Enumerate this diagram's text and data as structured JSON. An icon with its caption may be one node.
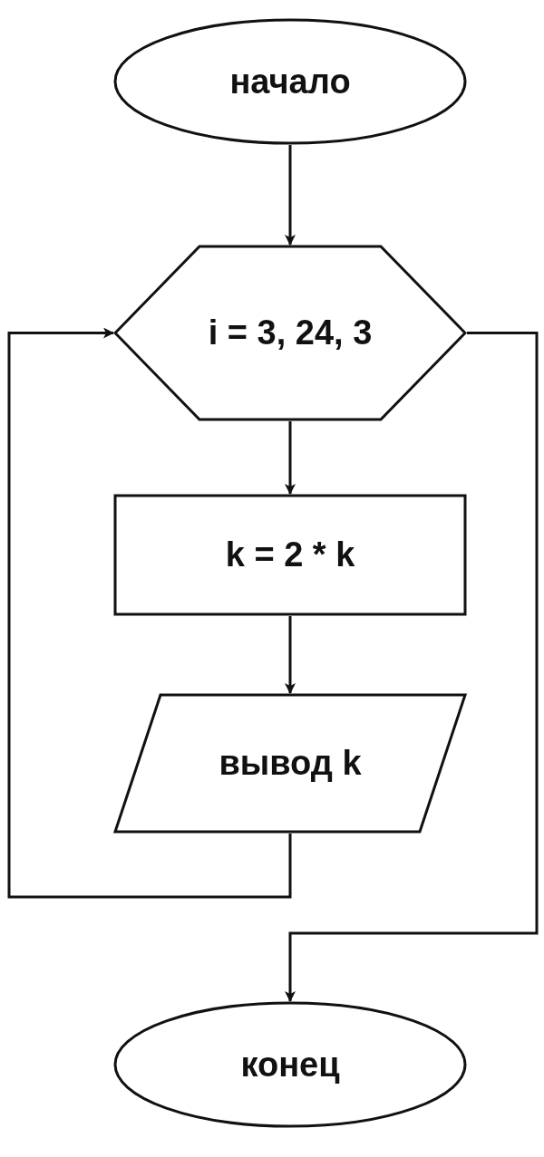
{
  "diagram": {
    "nodes": [
      {
        "text": [
          "начало"
        ]
      },
      {
        "text": [
          "i = 3, 24, 3"
        ]
      },
      {
        "text": [
          "k = 2 * k"
        ]
      },
      {
        "text": [
          "вывод k"
        ]
      },
      {
        "text": [
          "конец"
        ]
      }
    ],
    "edges": [
      {
        "from": 0,
        "to": 1,
        "arrow": "to"
      },
      {
        "from": 1,
        "to": 2,
        "arrow": "to"
      },
      {
        "from": 2,
        "to": 3,
        "arrow": "to"
      },
      {
        "from": 3,
        "to": 1,
        "arrow": "to"
      },
      {
        "from": 1,
        "to": 4,
        "arrow": "to"
      }
    ]
  }
}
